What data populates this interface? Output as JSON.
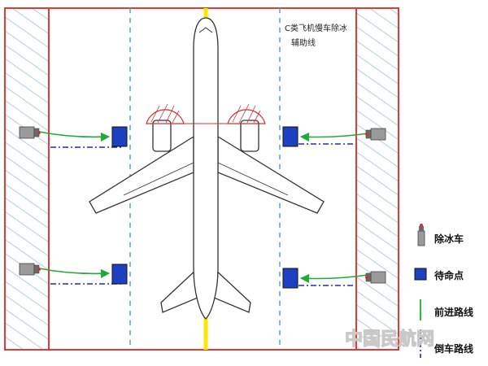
{
  "diagram": {
    "title_line1": "C类飞机慢车除冰",
    "title_line2": "辅助线",
    "legend": [
      {
        "id": "deicing-vehicle",
        "label": "除冰车",
        "icon": "deicing-vehicle-icon"
      },
      {
        "id": "standby-point",
        "label": "待命点",
        "icon": "blue-square-icon"
      },
      {
        "id": "forward-route",
        "label": "前进路线",
        "icon": "green-arrow-line-icon"
      },
      {
        "id": "reverse-route",
        "label": "倒车路线",
        "icon": "blue-dashdot-line-icon"
      }
    ],
    "watermark": "中国民航网"
  },
  "colors": {
    "boundary": "#e53935",
    "hatch": "#8ab6d6",
    "centerline": "#ffe600",
    "aux_dashed": "#3fa0d0",
    "forward_route": "#1faa3a",
    "reverse_route": "#2a2a9c",
    "standby_fill": "#1e3fbf",
    "aircraft_stroke": "#333333",
    "engine_zone": "#cc3333"
  }
}
